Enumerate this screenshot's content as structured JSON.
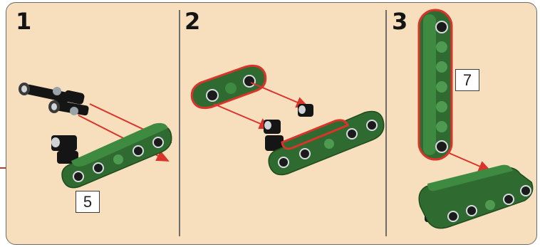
{
  "steps": [
    {
      "number": "1",
      "part_count": "5"
    },
    {
      "number": "2"
    },
    {
      "number": "3",
      "part_count": "7"
    }
  ],
  "colors": {
    "panel_background": "#f7dfbe",
    "beam_green": "#2f6b30",
    "highlight_outline": "#d9342b",
    "arrow_red": "#d9342b",
    "connector_black": "#151515"
  },
  "icons": {
    "step1": [
      "black-connector-pin-icon",
      "green-liftarm-5-icon",
      "assembly-arrow-icon"
    ],
    "step2": [
      "green-liftarm-3-icon",
      "green-liftarm-5-icon",
      "assembly-arrow-icon"
    ],
    "step3": [
      "green-liftarm-7-icon",
      "green-liftarm-5-icon"
    ]
  }
}
